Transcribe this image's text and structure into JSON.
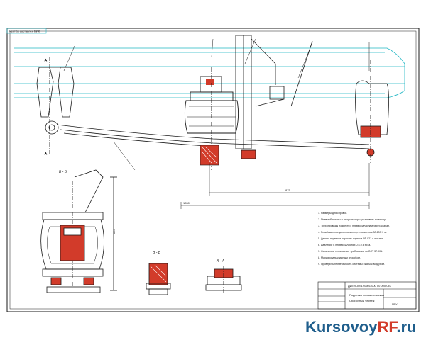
{
  "drawing": {
    "stamp_label": "Чертёж составлен ВИК",
    "title_block": {
      "designation": "ДИПЛОМ 190601.000 00 000 СБ",
      "product_name": "Подвеска пневматическая",
      "doc_type": "Сборочный чертёж",
      "company": "ПГУ"
    },
    "section_labels": {
      "view_b": "Б - Б",
      "view_v": "В - В",
      "view_a": "А - А"
    },
    "dimensions": {
      "d1": "1350",
      "d2": "875",
      "d3": "860"
    },
    "notes": [
      "1. Размеры для справок.",
      "2. Пневмобаллоны и амортизаторы установить по месту.",
      "3. Трубопроводы подвести к пневмобаллонам через клапан.",
      "4. Резьбовые соединения затянуть моментом 80-100 Н·м.",
      "5. Детали подвески окрасить грунтом ГФ-021 и эмалью.",
      "6. Давление в пневмобаллонах 0,5-0,6 МПа.",
      "7. Остальные технические требования по ОСТ 37.001.",
      "8. Маркировать ударным способом.",
      "9. Проверить герметичность системы сжатым воздухом."
    ]
  },
  "watermark": {
    "part1": "Kursovoy",
    "part2": "RF",
    "part3": ".ru"
  },
  "colors": {
    "line": "#1a1a1a",
    "cyan": "#20b6c4",
    "red": "#d23b2a",
    "paper": "#ffffff"
  }
}
